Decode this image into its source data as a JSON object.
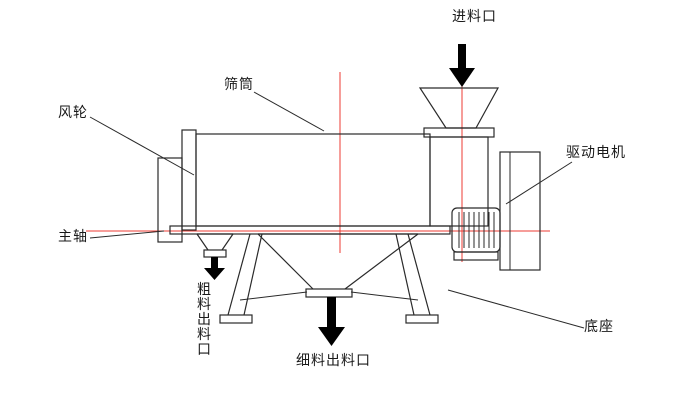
{
  "diagram": {
    "labels": {
      "feed_inlet": "进料口",
      "screen_drum": "筛筒",
      "wind_wheel": "风轮",
      "main_shaft": "主轴",
      "drive_motor": "驱动电机",
      "coarse_outlet": "粗料出料口",
      "fine_outlet": "细料出料口",
      "base": "底座"
    },
    "colors": {
      "line": "#2a2a2a",
      "centerline": "#ee3b33",
      "arrow": "#000000",
      "background": "#ffffff",
      "label_text": "#1a1a1a"
    }
  }
}
